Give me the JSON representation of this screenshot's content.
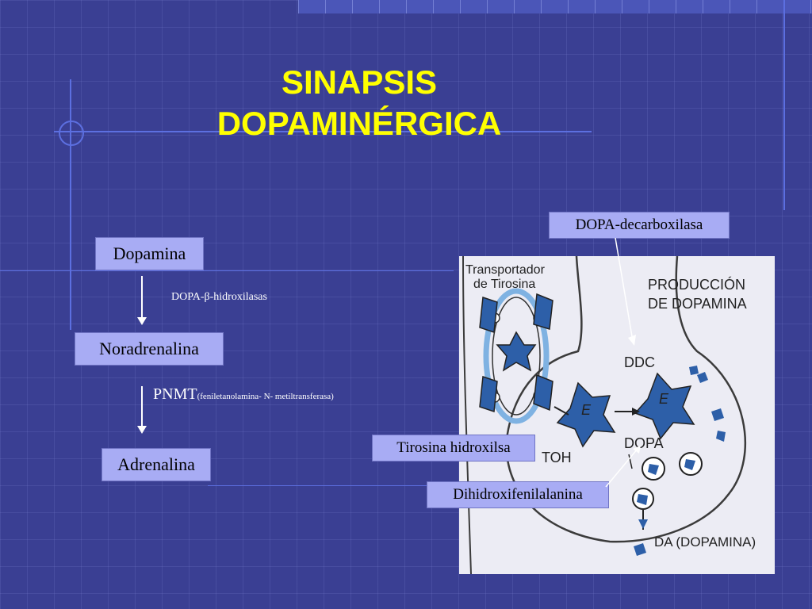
{
  "slide": {
    "title_line1": "SINAPSIS",
    "title_line2": "DOPAMINÉRGICA"
  },
  "pathway": {
    "dopamine": "Dopamina",
    "enzyme1": "DOPA-β-hidroxilasas",
    "noradrenaline": "Noradrenalina",
    "enzyme2_main": "PNMT",
    "enzyme2_detail": "(feniletanolamina- N- metiltransferasa)",
    "adrenaline": "Adrenalina"
  },
  "callouts": {
    "dopa_decarboxylase": "DOPA-decarboxilasa",
    "tyrosine_hydroxylase": "Tirosina hidroxilsa",
    "dihydroxyphenylalanine": "Dihidroxifenilalanina"
  },
  "figure": {
    "transporter_line1": "Transportador",
    "transporter_line2": "de Tirosina",
    "production_line1": "PRODUCCIÓN",
    "production_line2": "DE DOPAMINA",
    "ddc": "DDC",
    "dopa": "DOPA",
    "toh": "TOH",
    "da": "DA (DOPAMINA)",
    "enzyme_letter": "E"
  },
  "colors": {
    "background": "#3a3f93",
    "title": "#ffff00",
    "box_fill": "#a8acf4",
    "figure_blue": "#2d5fa8"
  }
}
